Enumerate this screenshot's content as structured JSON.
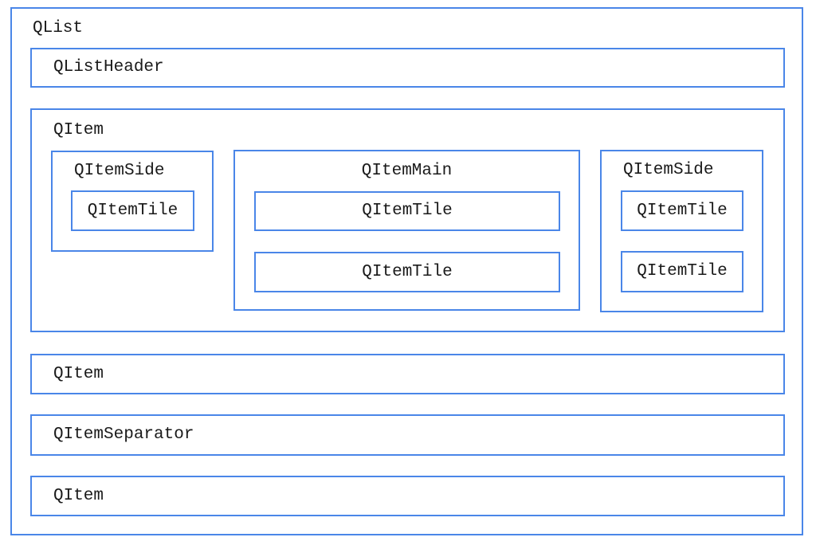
{
  "colors": {
    "border": "#4a86e8",
    "text": "#1a1a1a",
    "background": "#ffffff"
  },
  "diagram": {
    "qlist_label": "QList",
    "header_label": "QListHeader",
    "item_expanded": {
      "label": "QItem",
      "side_left": {
        "label": "QItemSide",
        "tiles": [
          "QItemTile"
        ]
      },
      "main": {
        "label": "QItemMain",
        "tiles": [
          "QItemTile",
          "QItemTile"
        ]
      },
      "side_right": {
        "label": "QItemSide",
        "tiles": [
          "QItemTile",
          "QItemTile"
        ]
      }
    },
    "item2_label": "QItem",
    "separator_label": "QItemSeparator",
    "item3_label": "QItem"
  }
}
